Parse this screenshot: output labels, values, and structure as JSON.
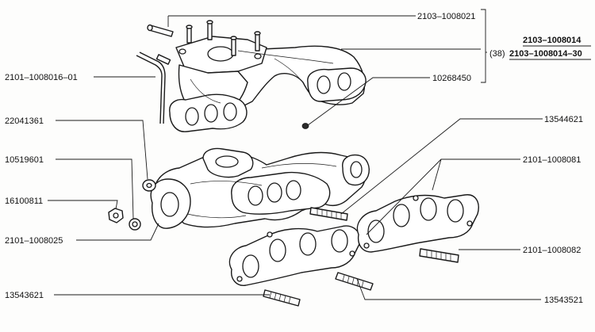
{
  "labels": {
    "p_2103_1008021": "2103–1008021",
    "p_2103_1008014": "2103–1008014",
    "p_38": "(38)",
    "p_2103_1008014_30": "2103–1008014–30",
    "p_2101_1008016_01": "2101–1008016–01",
    "p_10268450": "10268450",
    "p_22041361": "22041361",
    "p_13544621": "13544621",
    "p_10519601": "10519601",
    "p_2101_1008081": "2101–1008081",
    "p_16100811": "16100811",
    "p_2101_1008025": "2101–1008025",
    "p_2101_1008082": "2101–1008082",
    "p_13543621": "13543621",
    "p_13543521": "13543521"
  }
}
